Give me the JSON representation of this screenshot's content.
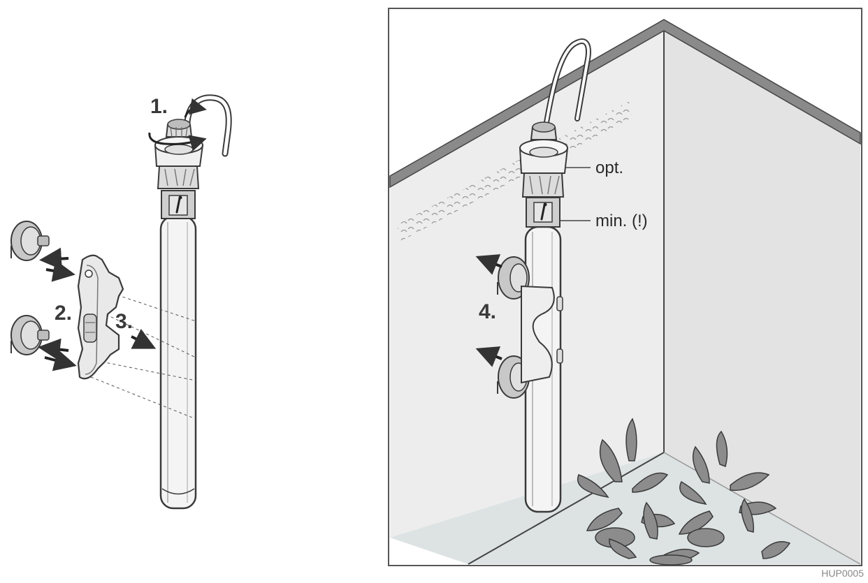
{
  "diagram": {
    "steps": {
      "step1": "1.",
      "step2": "2.",
      "step3": "3.",
      "step4": "4."
    },
    "labels": {
      "opt": "opt.",
      "min": "min. (!)"
    },
    "figure_code": "HUP0005"
  },
  "colors": {
    "line": "#3a3a3a",
    "wall": "#ededed",
    "floor": "#dde3e3",
    "plant": "#8c8c8c",
    "heater_body": "#f4f4f4",
    "suction_cup": "#c8c8c8"
  }
}
